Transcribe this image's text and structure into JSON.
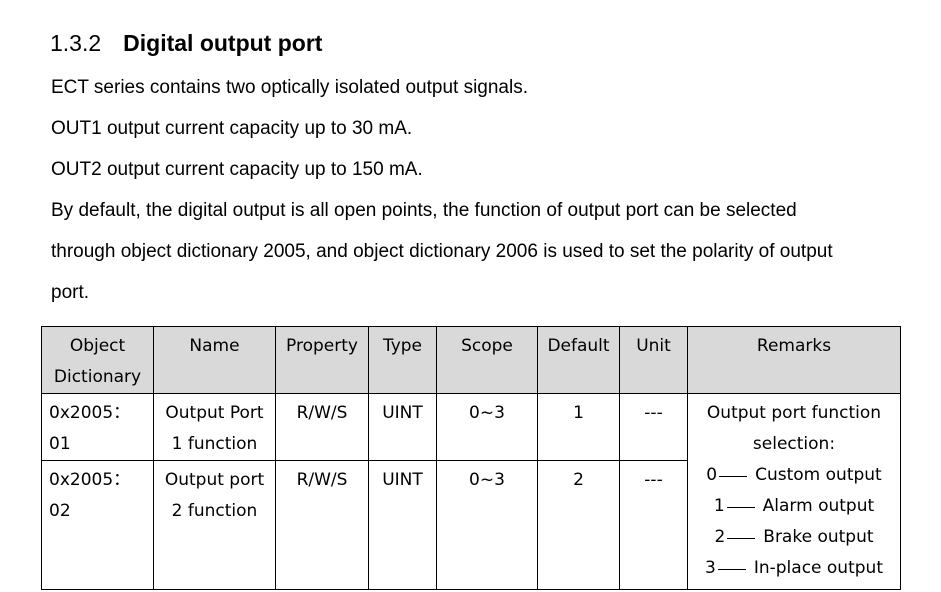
{
  "section": {
    "number": "1.3.2",
    "title": "Digital output port"
  },
  "paragraphs": [
    "ECT series contains two optically isolated output signals.",
    "OUT1 output current capacity up to 30 mA.",
    "OUT2 output current capacity up to 150 mA.",
    "By default, the digital output is all open points, the function of output port can be selected",
    "through object dictionary 2005, and object dictionary 2006 is used to set the polarity of output",
    "port."
  ],
  "table": {
    "headers": {
      "object_dictionary_line1": "Object",
      "object_dictionary_line2": "Dictionary",
      "name": "Name",
      "property": "Property",
      "type": "Type",
      "scope": "Scope",
      "default": "Default",
      "unit": "Unit",
      "remarks": "Remarks"
    },
    "rows": [
      {
        "object_dictionary": "0x2005：01",
        "name_line1": "Output Port",
        "name_line2": "1 function",
        "property": "R/W/S",
        "type": "UINT",
        "scope": "0~3",
        "default": "1",
        "unit": "---"
      },
      {
        "object_dictionary": "0x2005：02",
        "name_line1": "Output port",
        "name_line2": "2 function",
        "property": "R/W/S",
        "type": "UINT",
        "scope": "0~3",
        "default": "2",
        "unit": "---"
      }
    ],
    "remarks": {
      "line1": "Output port function",
      "line2": "selection:",
      "options": [
        {
          "num": "0",
          "label": "Custom output"
        },
        {
          "num": "1",
          "label": "Alarm output"
        },
        {
          "num": "2",
          "label": "Brake output"
        },
        {
          "num": "3",
          "label": "In-place output"
        }
      ]
    }
  }
}
